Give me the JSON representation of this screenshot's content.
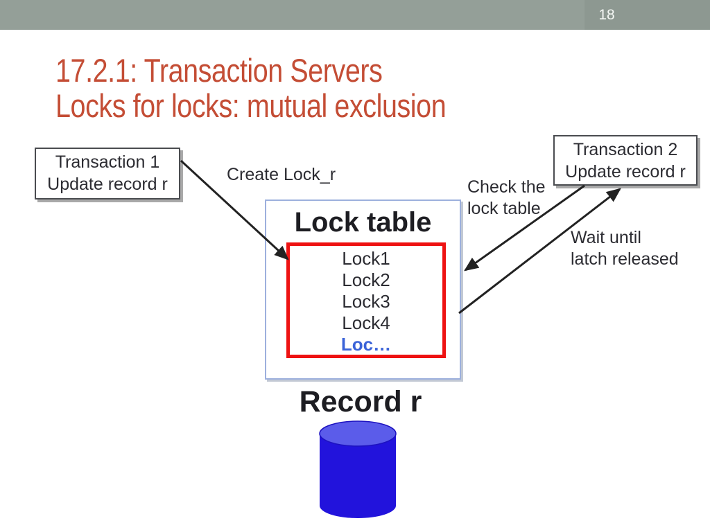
{
  "slide": {
    "number": "18",
    "title_line1": "17.2.1: Transaction Servers",
    "title_line2": "Locks for locks: mutual exclusion"
  },
  "diagram": {
    "transaction1": {
      "line1": "Transaction 1",
      "line2": "Update record r"
    },
    "transaction2": {
      "line1": "Transaction 2",
      "line2": "Update record r"
    },
    "labels": {
      "create_lock": "Create Lock_r",
      "check_line1": "Check the",
      "check_line2": "lock table",
      "wait_line1": "Wait until",
      "wait_line2": "latch released"
    },
    "lock_table": {
      "title": "Lock table",
      "locks": [
        "Lock1",
        "Lock2",
        "Lock3",
        "Lock4"
      ],
      "more": "Loc…"
    },
    "record": {
      "label": "Record r"
    }
  },
  "colors": {
    "top-bar": "#949f98",
    "slide-number": "#f5f8f5",
    "title-red": "#c44d35",
    "box-border": "#4a4c50",
    "text-dark": "#2c2c32",
    "lock-table-border": "#9db0dd",
    "red-box": "#ee1212",
    "loc-blue": "#3b63d8",
    "arrow": "#222222",
    "cylinder-body": "#2213dc",
    "cylinder-top": "#5b5cea",
    "cylinder-rim": "#1d12c0"
  }
}
